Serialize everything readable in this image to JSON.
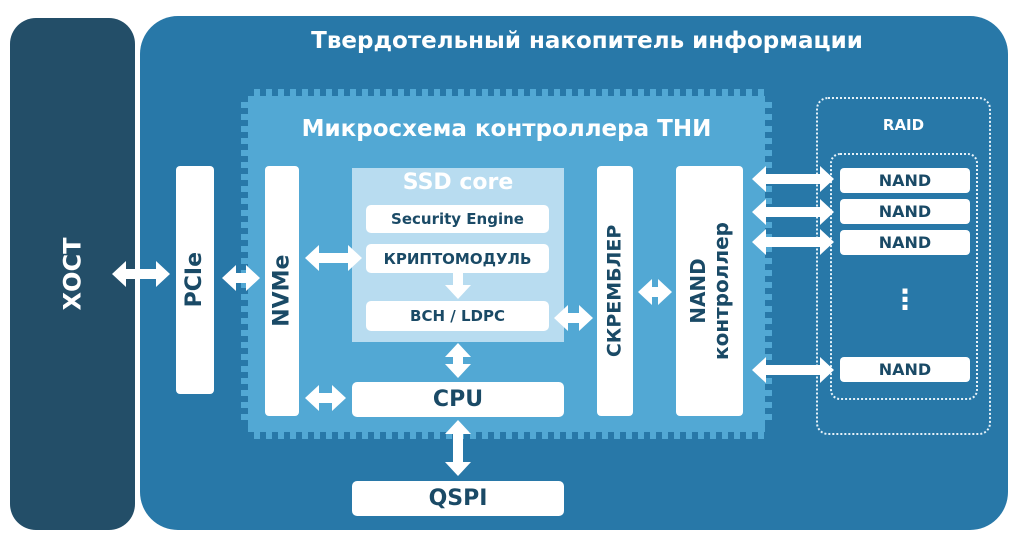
{
  "host": {
    "label": "ХОСТ"
  },
  "ssd": {
    "title": "Твердотельный накопитель информации"
  },
  "chip": {
    "title": "Микросхема контроллера ТНИ"
  },
  "ssd_core": {
    "title": "SSD core",
    "security_engine": "Security Engine",
    "crypto": "КРИПТОМОДУЛЬ",
    "ecc": "BCH / LDPC"
  },
  "blocks": {
    "pcie": "PCIe",
    "nvme": "NVMe",
    "cpu": "CPU",
    "qspi": "QSPI",
    "scrambler": "СКРЕМБЛЕР",
    "nand_ctrl_line1": "NAND",
    "nand_ctrl_line2": "контроллер"
  },
  "raid": {
    "label": "RAID",
    "nand_labels": [
      "NAND",
      "NAND",
      "NAND",
      "NAND"
    ],
    "ellipsis": "⋮"
  },
  "colors": {
    "host": "#234e68",
    "ssd_bg": "#2878a8",
    "chip_bg": "#52a8d4",
    "core_bg": "#b8dcf0",
    "box_text": "#1a4a66"
  }
}
